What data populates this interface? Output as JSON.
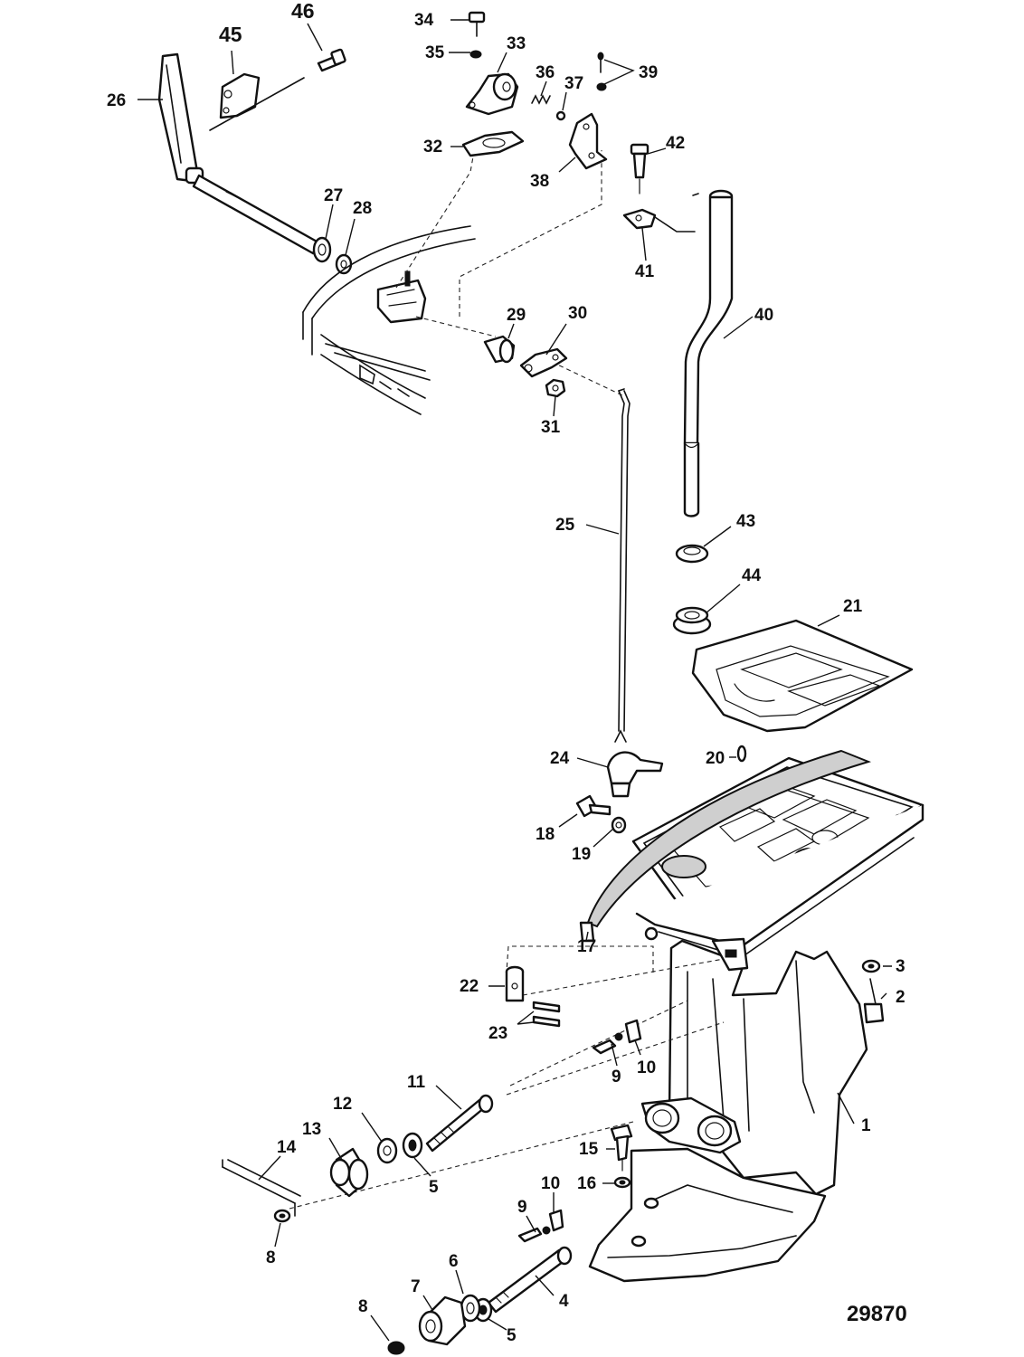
{
  "figure_number": "29870",
  "callouts": {
    "c1": "1",
    "c2": "2",
    "c3": "3",
    "c4": "4",
    "c5a": "5",
    "c5b": "5",
    "c6": "6",
    "c7": "7",
    "c8a": "8",
    "c8b": "8",
    "c9a": "9",
    "c9b": "9",
    "c10a": "10",
    "c10b": "10",
    "c11": "11",
    "c12": "12",
    "c13": "13",
    "c14": "14",
    "c15": "15",
    "c16": "16",
    "c17": "17",
    "c18": "18",
    "c19": "19",
    "c20": "20",
    "c21": "21",
    "c22": "22",
    "c23": "23",
    "c24": "24",
    "c25": "25",
    "c26": "26",
    "c27": "27",
    "c28": "28",
    "c29": "29",
    "c30": "30",
    "c31": "31",
    "c32": "32",
    "c33": "33",
    "c34": "34",
    "c35": "35",
    "c36": "36",
    "c37": "37",
    "c38": "38",
    "c39": "39",
    "c40": "40",
    "c41": "41",
    "c42": "42",
    "c43": "43",
    "c44": "44",
    "c45": "45",
    "c46": "46"
  }
}
